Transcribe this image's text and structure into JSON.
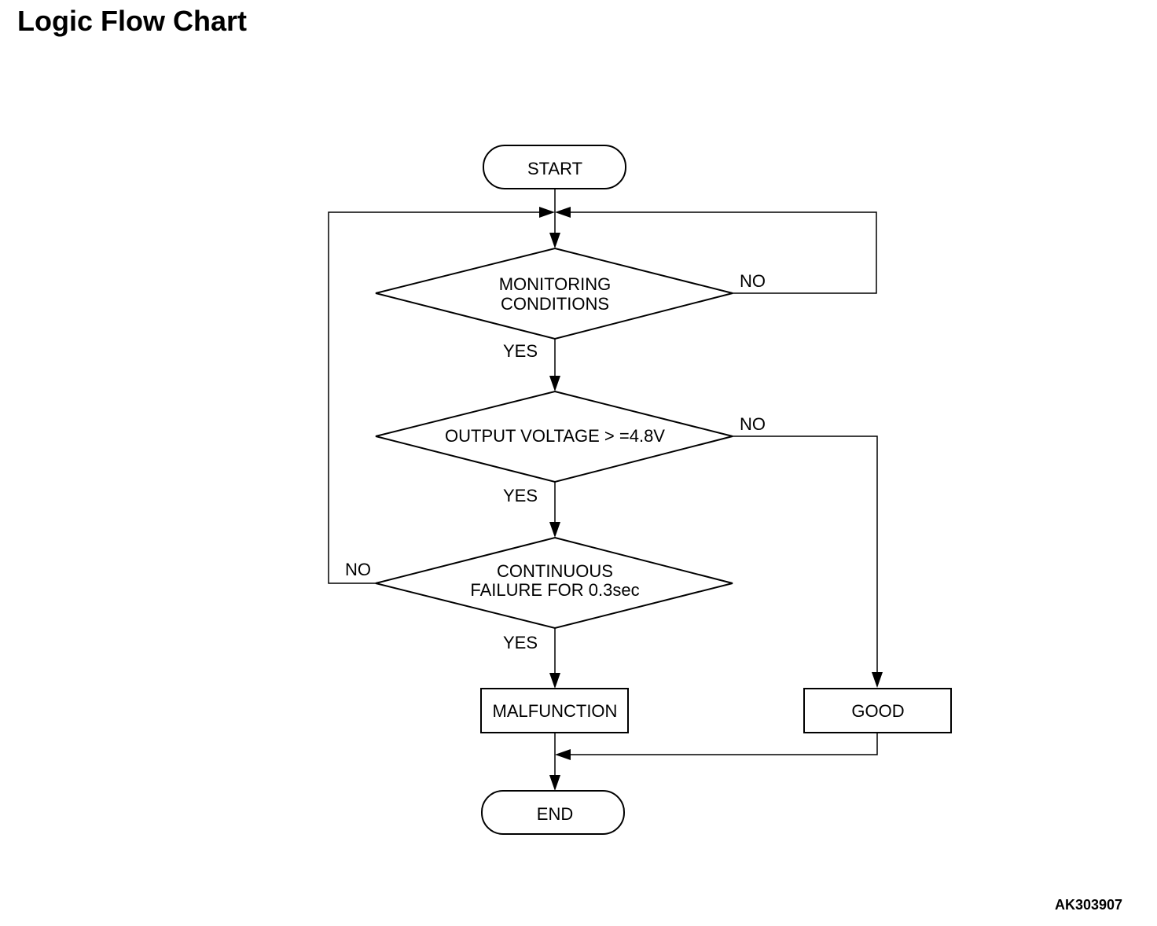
{
  "title": "Logic Flow Chart",
  "figure_id": "AK303907",
  "nodes": {
    "start": "START",
    "monitoring_line1": "MONITORING",
    "monitoring_line2": "CONDITIONS",
    "output_voltage": "OUTPUT VOLTAGE > =4.8V",
    "continuous_line1": "CONTINUOUS",
    "continuous_line2": "FAILURE FOR 0.3sec",
    "malfunction": "MALFUNCTION",
    "good": "GOOD",
    "end": "END"
  },
  "edge_labels": {
    "yes": "YES",
    "no": "NO"
  }
}
